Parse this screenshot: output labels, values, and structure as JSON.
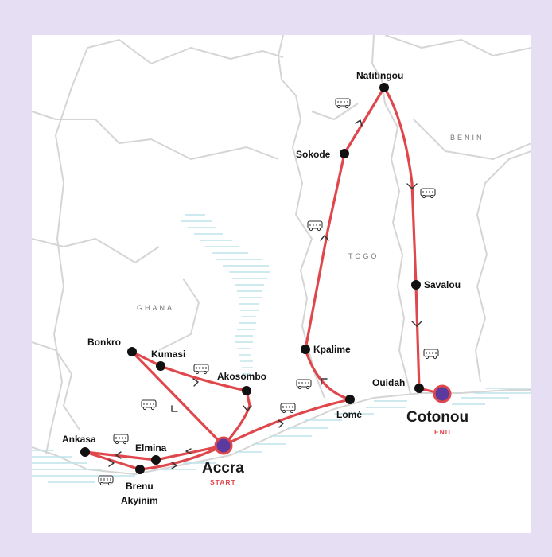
{
  "countries": {
    "ghana": "GHANA",
    "togo": "TOGO",
    "benin": "BENIN"
  },
  "cities": {
    "natitingou": "Natitingou",
    "sokode": "Sokode",
    "savalou": "Savalou",
    "bonkro": "Bonkro",
    "kumasi": "Kumasi",
    "akosombo": "Akosombo",
    "kpalime": "Kpalime",
    "ouidah": "Ouidah",
    "lome": "Lomé",
    "elmina": "Elmina",
    "ankasa": "Ankasa",
    "brenu_line1": "Brenu",
    "brenu_line2": "Akyinim"
  },
  "start": {
    "name": "Accra",
    "tag": "START"
  },
  "end": {
    "name": "Cotonou",
    "tag": "END"
  },
  "colors": {
    "background": "#e6def3",
    "route": "#e0474c",
    "marker": "#5b3aa0",
    "water": "#bfe4ea",
    "border": "#d5d5d5"
  },
  "transport_icon": "bus-icon"
}
